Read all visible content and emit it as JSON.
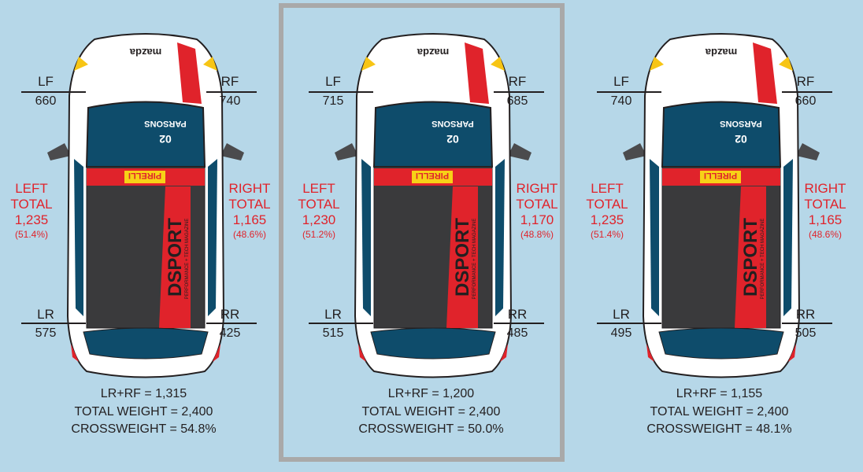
{
  "colors": {
    "background": "#b6d7e8",
    "text": "#231f20",
    "accent_red": "#e0232b",
    "body_blue": "#0e4c6b",
    "frame_gray": "#a9a9a9"
  },
  "labels": {
    "lf": "LF",
    "rf": "RF",
    "lr": "LR",
    "rr": "RR",
    "left_total": [
      "LEFT",
      "TOTAL"
    ],
    "right_total": [
      "RIGHT",
      "TOTAL"
    ]
  },
  "car_text": {
    "brand": "mazda",
    "sponsor_main": "DSPORT",
    "sponsor_sub": "PERFORMANCE + TECH MAGAZINE",
    "tire": "PIRELLI",
    "driver": "PARSONS",
    "number": "02"
  },
  "panels": [
    {
      "lf": "660",
      "rf": "740",
      "lr": "575",
      "rr": "425",
      "left_total": "1,235",
      "left_pct": "(51.4%)",
      "right_total": "1,165",
      "right_pct": "(48.6%)",
      "lr_rf": "LR+RF = 1,315",
      "total_weight": "TOTAL WEIGHT = 2,400",
      "crossweight": "CROSSWEIGHT = 54.8%",
      "selected": false
    },
    {
      "lf": "715",
      "rf": "685",
      "lr": "515",
      "rr": "485",
      "left_total": "1,230",
      "left_pct": "(51.2%)",
      "right_total": "1,170",
      "right_pct": "(48.8%)",
      "lr_rf": "LR+RF = 1,200",
      "total_weight": "TOTAL WEIGHT = 2,400",
      "crossweight": "CROSSWEIGHT = 50.0%",
      "selected": true
    },
    {
      "lf": "740",
      "rf": "660",
      "lr": "495",
      "rr": "505",
      "left_total": "1,235",
      "left_pct": "(51.4%)",
      "right_total": "1,165",
      "right_pct": "(48.6%)",
      "lr_rf": "LR+RF = 1,155",
      "total_weight": "TOTAL WEIGHT = 2,400",
      "crossweight": "CROSSWEIGHT = 48.1%",
      "selected": false
    }
  ]
}
